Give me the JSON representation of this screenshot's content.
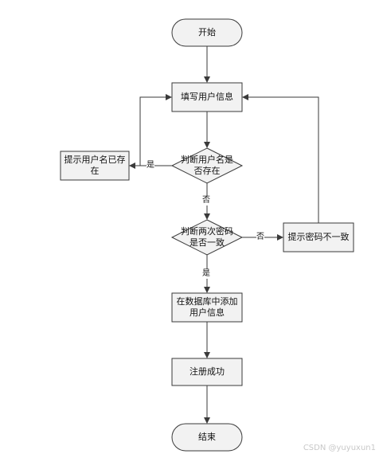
{
  "nodes": {
    "start": "开始",
    "fill_info": "填写用户信息",
    "check_username": "判断用户名是否存在",
    "username_exists": "提示用户名已存在",
    "check_passwords": "判断两次密码是否一致",
    "password_mismatch": "提示密码不一致",
    "add_to_db": "在数据库中添加用户信息",
    "success": "注册成功",
    "end": "结束"
  },
  "edges": {
    "yes_exists": "是",
    "no_exists": "否",
    "no_match": "否",
    "yes_match": "是"
  },
  "watermark": "CSDN @yuyuxun1",
  "colors": {
    "box_fill": "#f2f2f2",
    "stroke": "#3a3a3a"
  }
}
